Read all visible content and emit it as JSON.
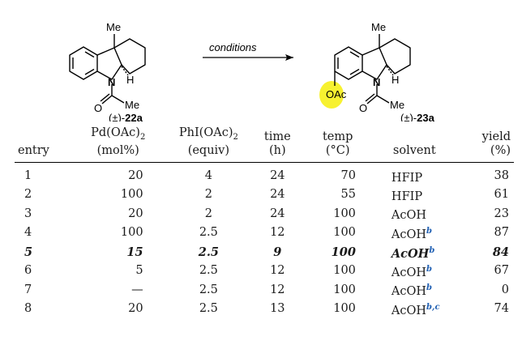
{
  "scheme": {
    "reactant": {
      "me_label": "Me",
      "n_label": "N",
      "h_label": "H",
      "o_label": "O",
      "acetyl_me_label": "Me",
      "compound_prefix": "(±)-",
      "compound_id": "22a"
    },
    "arrow_label": "conditions",
    "product": {
      "me_label": "Me",
      "n_label": "N",
      "h_label": "H",
      "o_label": "O",
      "acetyl_me_label": "Me",
      "oac_label": "OAc",
      "compound_prefix": "(±)-",
      "compound_id": "23a"
    },
    "highlight_color": "#f6ef1a"
  },
  "table": {
    "headers": {
      "entry": "entry",
      "pd": {
        "line1_main": "Pd(OAc)",
        "line1_sub": "2",
        "line2": "(mol%)"
      },
      "phi": {
        "line1_main": "PhI(OAc)",
        "line1_sub": "2",
        "line2": "(equiv)"
      },
      "time": {
        "line1": "time",
        "line2": "(h)"
      },
      "temp": {
        "line1": "temp",
        "line2": "(°C)"
      },
      "solvent": "solvent",
      "yield": {
        "line1": "yield",
        "line2": "(%)"
      }
    },
    "rows": [
      {
        "entry": "1",
        "pd": "20",
        "phi": "4",
        "time": "24",
        "temp": "70",
        "solvent": "HFIP",
        "footnote": "",
        "yield": "38"
      },
      {
        "entry": "2",
        "pd": "100",
        "phi": "2",
        "time": "24",
        "temp": "55",
        "solvent": "HFIP",
        "footnote": "",
        "yield": "61"
      },
      {
        "entry": "3",
        "pd": "20",
        "phi": "2",
        "time": "24",
        "temp": "100",
        "solvent": "AcOH",
        "footnote": "",
        "yield": "23"
      },
      {
        "entry": "4",
        "pd": "100",
        "phi": "2.5",
        "time": "12",
        "temp": "100",
        "solvent": "AcOH",
        "footnote": "b",
        "yield": "87"
      },
      {
        "entry": "5",
        "pd": "15",
        "phi": "2.5",
        "time": "9",
        "temp": "100",
        "solvent": "AcOH",
        "footnote": "b",
        "yield": "84"
      },
      {
        "entry": "6",
        "pd": "5",
        "phi": "2.5",
        "time": "12",
        "temp": "100",
        "solvent": "AcOH",
        "footnote": "b",
        "yield": "67"
      },
      {
        "entry": "7",
        "pd": "—",
        "phi": "2.5",
        "time": "12",
        "temp": "100",
        "solvent": "AcOH",
        "footnote": "b",
        "yield": "0"
      },
      {
        "entry": "8",
        "pd": "20",
        "phi": "2.5",
        "time": "13",
        "temp": "100",
        "solvent": "AcOH",
        "footnote": "b,c",
        "yield": "74"
      }
    ],
    "footnote_color": "#1f5fb3"
  }
}
